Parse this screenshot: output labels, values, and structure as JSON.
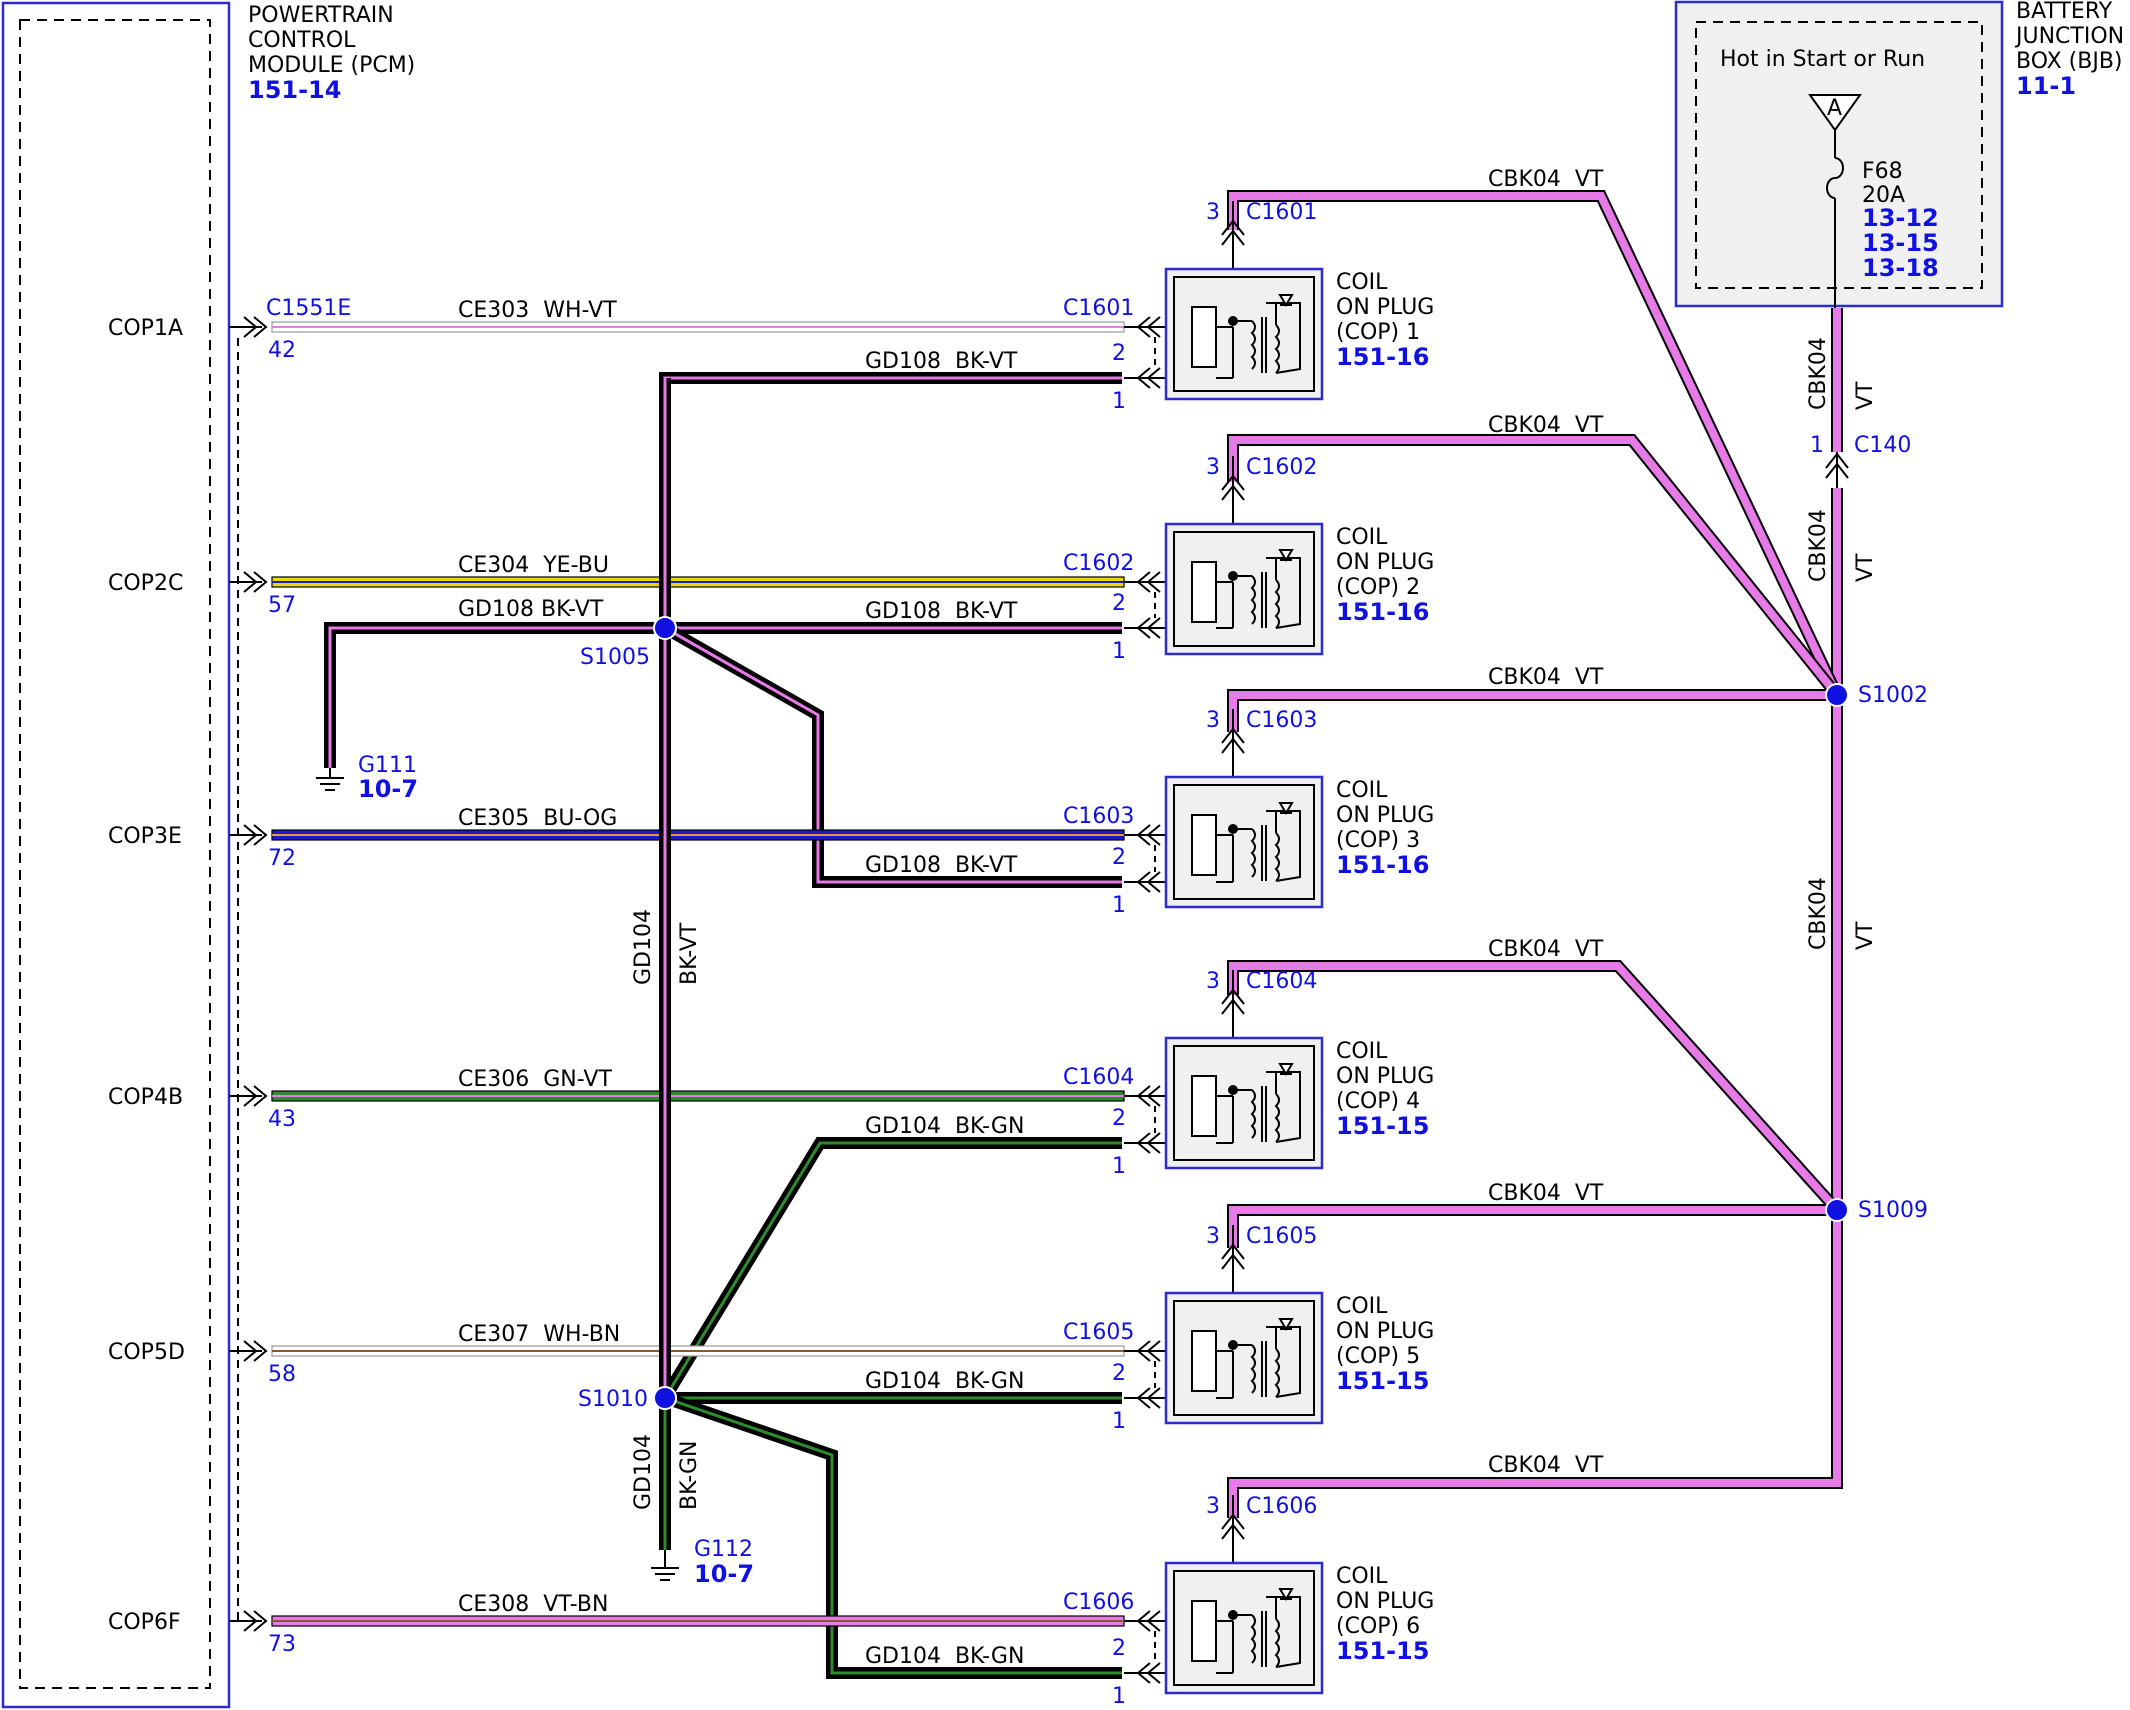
{
  "pcm": {
    "title_lines": [
      "POWERTRAIN",
      "CONTROL",
      "MODULE (PCM)"
    ],
    "ref": "151-14",
    "pins": [
      "COP1A",
      "COP2C",
      "COP3E",
      "COP4B",
      "COP5D",
      "COP6F"
    ],
    "connector": "C1551E",
    "pin_numbers": [
      "42",
      "57",
      "72",
      "43",
      "58",
      "73"
    ]
  },
  "bjb": {
    "title_lines": [
      "BATTERY",
      "JUNCTION",
      "BOX (BJB)"
    ],
    "ref": "11-1",
    "hot_label": "Hot in Start or Run",
    "bus_label": "A",
    "fuse": "F68",
    "fuse_rating": "20A",
    "fuse_refs": [
      "13-12",
      "13-15",
      "13-18"
    ]
  },
  "c140": {
    "label": "C140",
    "pin": "1"
  },
  "feed_wire": {
    "circuit": "CBK04",
    "color": "VT"
  },
  "splices": {
    "s1002": "S1002",
    "s1009": "S1009",
    "s1005": "S1005",
    "s1010": "S1010"
  },
  "grounds": {
    "g111": {
      "label": "G111",
      "ref": "10-7"
    },
    "g112": {
      "label": "G112",
      "ref": "10-7"
    }
  },
  "gd104_vertical": {
    "circuit": "GD104",
    "color_upper": "BK-VT",
    "color_lower": "BK-GN"
  },
  "gd108_ground_label": "GD108 BK-VT",
  "coils": [
    {
      "connector": "C1601",
      "title_lines": [
        "COIL",
        "ON PLUG",
        "(COP) 1"
      ],
      "ref": "151-16",
      "signal_circuit": "CE303",
      "signal_color": "WH-VT",
      "ground_circuit": "GD108",
      "ground_color": "BK-VT",
      "feed_circuit": "CBK04",
      "feed_color": "VT",
      "pin_a": "2",
      "pin_b": "1",
      "pin_c": "3"
    },
    {
      "connector": "C1602",
      "title_lines": [
        "COIL",
        "ON PLUG",
        "(COP) 2"
      ],
      "ref": "151-16",
      "signal_circuit": "CE304",
      "signal_color": "YE-BU",
      "ground_circuit": "GD108",
      "ground_color": "BK-VT",
      "feed_circuit": "CBK04",
      "feed_color": "VT",
      "pin_a": "2",
      "pin_b": "1",
      "pin_c": "3"
    },
    {
      "connector": "C1603",
      "title_lines": [
        "COIL",
        "ON PLUG",
        "(COP) 3"
      ],
      "ref": "151-16",
      "signal_circuit": "CE305",
      "signal_color": "BU-OG",
      "ground_circuit": "GD108",
      "ground_color": "BK-VT",
      "feed_circuit": "CBK04",
      "feed_color": "VT",
      "pin_a": "2",
      "pin_b": "1",
      "pin_c": "3"
    },
    {
      "connector": "C1604",
      "title_lines": [
        "COIL",
        "ON PLUG",
        "(COP) 4"
      ],
      "ref": "151-15",
      "signal_circuit": "CE306",
      "signal_color": "GN-VT",
      "ground_circuit": "GD104",
      "ground_color": "BK-GN",
      "feed_circuit": "CBK04",
      "feed_color": "VT",
      "pin_a": "2",
      "pin_b": "1",
      "pin_c": "3"
    },
    {
      "connector": "C1605",
      "title_lines": [
        "COIL",
        "ON PLUG",
        "(COP) 5"
      ],
      "ref": "151-15",
      "signal_circuit": "CE307",
      "signal_color": "WH-BN",
      "ground_circuit": "GD104",
      "ground_color": "BK-GN",
      "feed_circuit": "CBK04",
      "feed_color": "VT",
      "pin_a": "2",
      "pin_b": "1",
      "pin_c": "3"
    },
    {
      "connector": "C1606",
      "title_lines": [
        "COIL",
        "ON PLUG",
        "(COP) 6"
      ],
      "ref": "151-15",
      "signal_circuit": "CE308",
      "signal_color": "VT-BN",
      "ground_circuit": "GD104",
      "ground_color": "BK-GN",
      "feed_circuit": "CBK04",
      "feed_color": "VT",
      "pin_a": "2",
      "pin_b": "1",
      "pin_c": "3"
    }
  ],
  "colors": {
    "violet": "#e67ae6",
    "wire_black": "#111111",
    "ref_blue": "#1010e0",
    "module_border": "#2b2bd0",
    "component_fill": "#f0f0f0",
    "yellow": "#e8d800",
    "blue": "#1a1ac8",
    "green": "#2e8b2e",
    "white": "#ffffff",
    "brown": "#8b5a2b"
  }
}
